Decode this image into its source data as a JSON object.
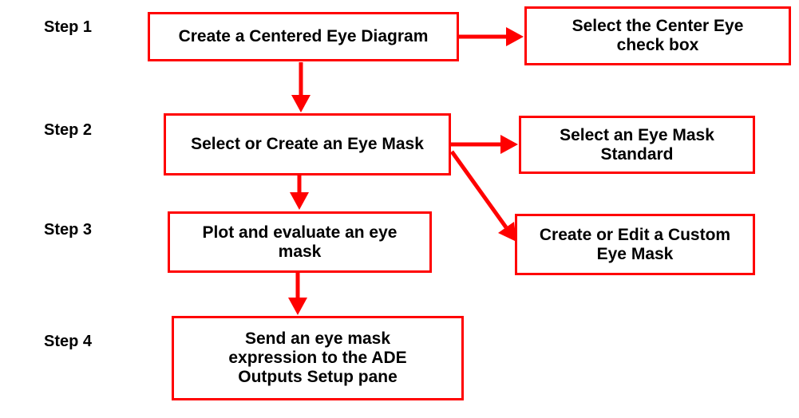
{
  "colors": {
    "box_border": "#ff0000",
    "arrow": "#ff0000",
    "text": "#000000",
    "background": "#ffffff"
  },
  "steps": [
    {
      "label": "Step 1"
    },
    {
      "label": "Step 2"
    },
    {
      "label": "Step 3"
    },
    {
      "label": "Step 4"
    }
  ],
  "boxes": {
    "step1": {
      "lines": [
        "Create a Centered Eye Diagram"
      ]
    },
    "step1_side": {
      "lines": [
        "Select the Center Eye",
        "check box"
      ]
    },
    "step2": {
      "lines": [
        "Select or Create an Eye Mask"
      ]
    },
    "step2_side_standard": {
      "lines": [
        "Select an Eye Mask",
        "Standard"
      ]
    },
    "step2_side_custom": {
      "lines": [
        "Create or Edit a Custom",
        "Eye Mask"
      ]
    },
    "step3": {
      "lines": [
        "Plot and evaluate an eye",
        "mask"
      ]
    },
    "step4": {
      "lines": [
        "Send an eye mask",
        "expression to the ADE",
        "Outputs Setup pane"
      ]
    }
  }
}
